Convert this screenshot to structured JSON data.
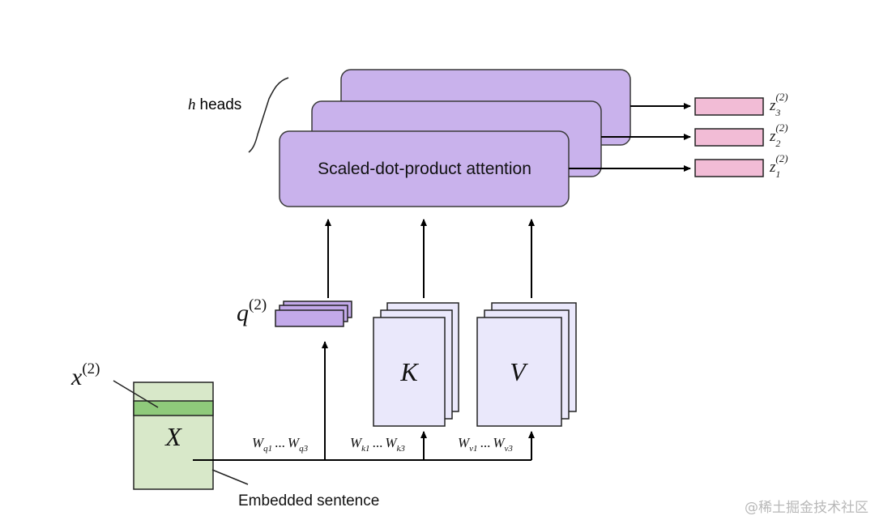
{
  "heads_label": {
    "var": "h",
    "text": "heads"
  },
  "attention_label": "Scaled-dot-product attention",
  "outputs": [
    {
      "base": "z",
      "sub": "3",
      "sup": "(2)"
    },
    {
      "base": "z",
      "sub": "2",
      "sup": "(2)"
    },
    {
      "base": "z",
      "sub": "1",
      "sup": "(2)"
    }
  ],
  "query": {
    "base": "q",
    "sup": "(2)"
  },
  "keys_label": "K",
  "values_label": "V",
  "input": {
    "base": "x",
    "sup": "(2)"
  },
  "matrix_label": "X",
  "weights": {
    "q": {
      "w1": "W",
      "s1": "q1",
      "dots": "...",
      "w2": "W",
      "s2": "q3"
    },
    "k": {
      "w1": "W",
      "s1": "k1",
      "dots": "...",
      "w2": "W",
      "s2": "k3"
    },
    "v": {
      "w1": "W",
      "s1": "v1",
      "dots": "...",
      "w2": "W",
      "s2": "v3"
    }
  },
  "embedded_label": "Embedded sentence",
  "watermark": "@稀土掘金技术社区",
  "colors": {
    "attention_fill": "#c9b2ec",
    "attention_stroke": "#3a3a3a",
    "output_fill": "#f2bcd6",
    "query_fill": "#c3aaea",
    "kv_fill": "#eae8fb",
    "matrix_fill": "#d8e8c9",
    "row_fill": "#8fca7b",
    "line": "#000000"
  }
}
